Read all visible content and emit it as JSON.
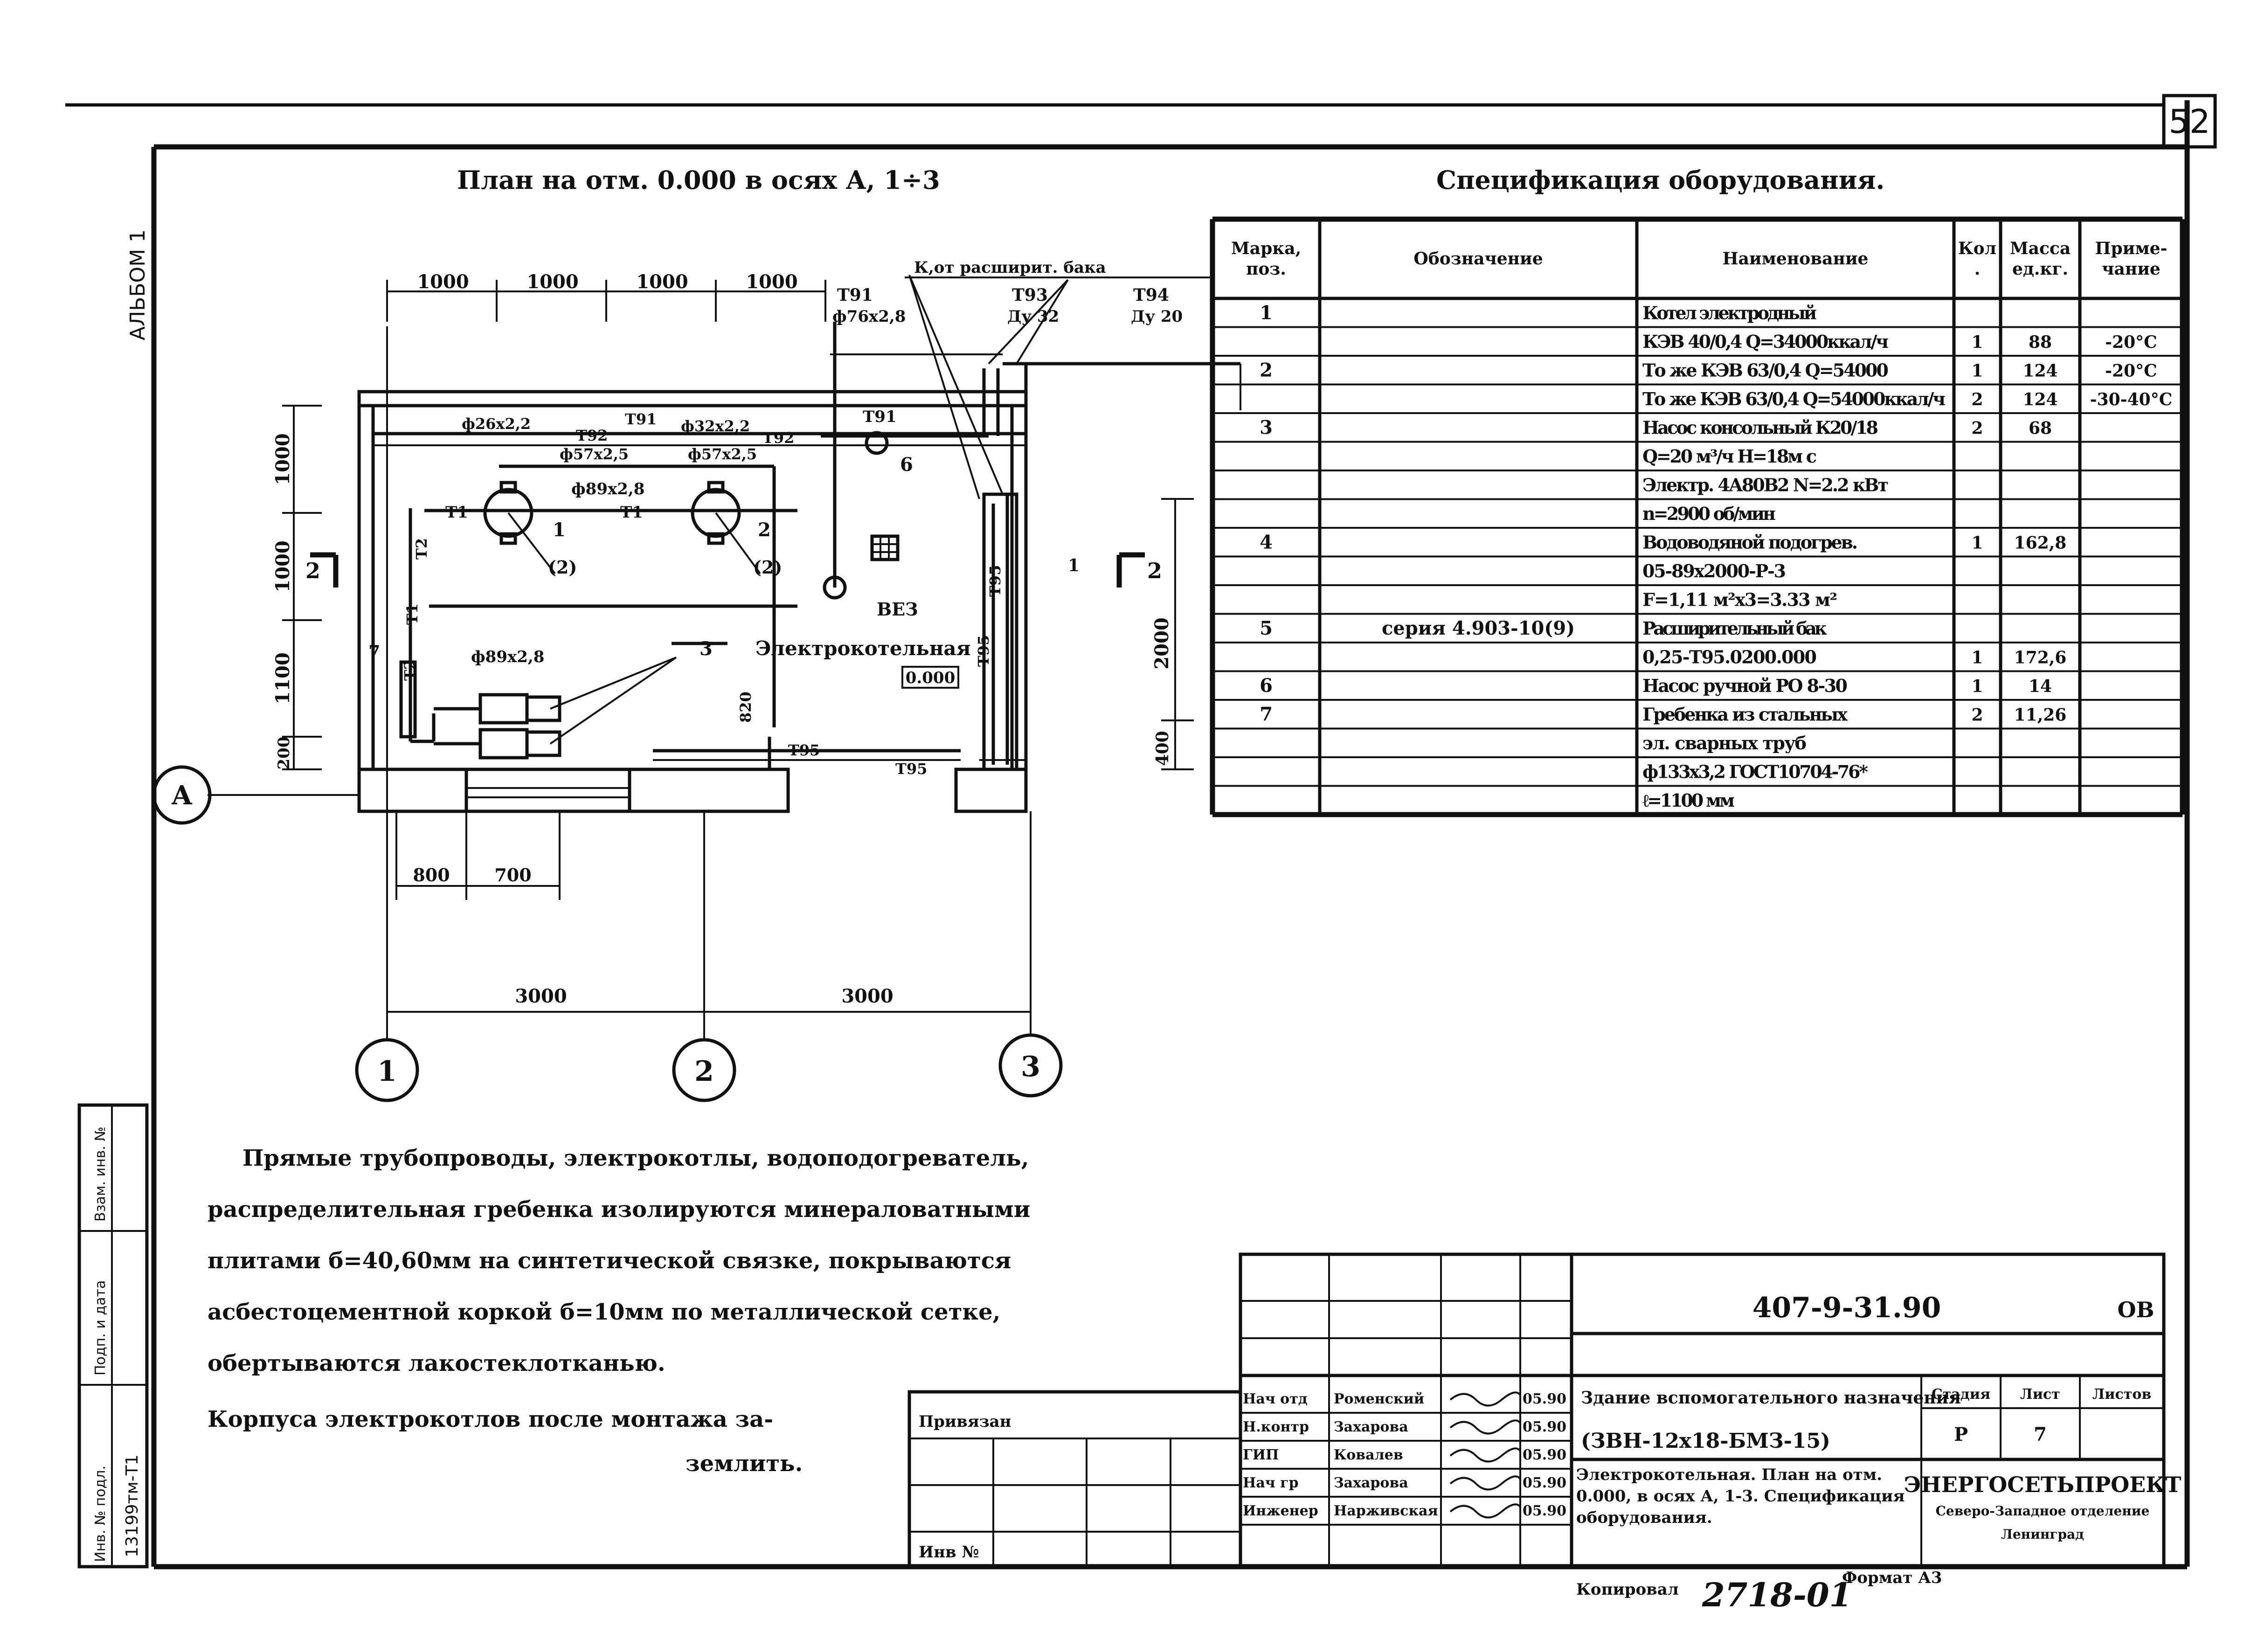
{
  "sheet": {
    "sheet_number": "52",
    "album_label": "АЛЬБОМ 1",
    "drawing_code": "407-9-31.90",
    "drawing_suffix": "ОВ",
    "format": "Формат А3",
    "copied_label": "Копировал",
    "copy_number": "2718-01"
  },
  "plan": {
    "title": "План на отм. 0.000 в осях А, 1÷3",
    "expansion_tank_note": "К,от расширит. бака",
    "room_name": "Электрокотельная",
    "room_level": "0.000",
    "axis_a": "А",
    "axis_1": "1",
    "axis_2": "2",
    "axis_3": "3",
    "dims_top": [
      "1000",
      "1000",
      "1000",
      "1000"
    ],
    "dims_left": [
      "1000",
      "1000",
      "1100",
      "200"
    ],
    "dim_right_2000": "2000",
    "dim_right_400": "400",
    "dim_820": "820",
    "dims_bottom_small": [
      "800",
      "700"
    ],
    "dims_axes": [
      "3000",
      "3000"
    ],
    "pipes": {
      "t91_a": "Т91",
      "t91_size": "ф76x2,8",
      "t93": "Т93",
      "t93_size": "Ду 32",
      "t94": "Т94",
      "t94_size": "Ду 20",
      "t91_b": "Т91",
      "t91_c": "Т91",
      "d26": "ф26х2,2",
      "t92_a": "Т92",
      "d57_a": "ф57x2,5",
      "d32": "ф32x2,2",
      "t92_b": "Т92",
      "d57_b": "ф57x2,5",
      "d89_a": "ф89x2,8",
      "t1_a": "Т1",
      "t1_b": "Т1",
      "t1_c": "Т1",
      "t2_a": "Т2",
      "t2_b": "Т2",
      "d89_b": "ф89x2,8",
      "t95_a": "Т95",
      "t95_b": "Т95",
      "t95_c": "Т95",
      "t95_d": "Т95"
    },
    "markers": {
      "m1": "1",
      "m1p": "(2)",
      "m2": "2",
      "m2p": "(2)",
      "m3": "3",
      "m6": "6",
      "m7": "7",
      "m1r": "1",
      "vez": "ВЕЗ",
      "sec2": "2"
    }
  },
  "spec": {
    "title": "Спецификация оборудования.",
    "headers": [
      "Марка, поз.",
      "Обозначение",
      "Наименование",
      "Кол.",
      "Масса ед.кг.",
      "Приме- чание"
    ],
    "rows": [
      [
        "1",
        "",
        "Котел электродный",
        "",
        "",
        ""
      ],
      [
        "",
        "",
        "КЭВ 40/0,4 Q=34000ккал/ч",
        "1",
        "88",
        "-20°С"
      ],
      [
        "2",
        "",
        "То же КЭВ 63/0,4 Q=54000",
        "1",
        "124",
        "-20°С"
      ],
      [
        "",
        "",
        "То же КЭВ 63/0,4 Q=54000ккал/ч",
        "2",
        "124",
        "-30-40°С"
      ],
      [
        "3",
        "",
        "Насос консольный К20/18",
        "2",
        "68",
        ""
      ],
      [
        "",
        "",
        "Q=20 м³/ч Н=18м с",
        "",
        "",
        ""
      ],
      [
        "",
        "",
        "Электр. 4А80В2 N=2.2 кВт",
        "",
        "",
        ""
      ],
      [
        "",
        "",
        "n=2900 об/мин",
        "",
        "",
        ""
      ],
      [
        "4",
        "",
        "Водоводяной подогрев.",
        "1",
        "162,8",
        ""
      ],
      [
        "",
        "",
        "05-89x2000-Р-3",
        "",
        "",
        ""
      ],
      [
        "",
        "",
        "F=1,11 м²x3=3.33 м²",
        "",
        "",
        ""
      ],
      [
        "5",
        "серия 4.903-10(9)",
        "Расширительный бак",
        "",
        "",
        ""
      ],
      [
        "",
        "",
        "0,25-Т95.0200.000",
        "1",
        "172,6",
        ""
      ],
      [
        "6",
        "",
        "Насос ручной РО 8-30",
        "1",
        "14",
        ""
      ],
      [
        "7",
        "",
        "Гребенка из стальных",
        "2",
        "11,26",
        ""
      ],
      [
        "",
        "",
        "эл. сварных труб",
        "",
        "",
        ""
      ],
      [
        "",
        "",
        "ф133x3,2 ГОСТ10704-76*",
        "",
        "",
        ""
      ],
      [
        "",
        "",
        "ℓ=1100 мм",
        "",
        "",
        ""
      ]
    ]
  },
  "notes": {
    "line1": "Прямые трубопроводы, электрокотлы, водоподогреватель,",
    "line2": "распределительная гребенка изолируются минераловатными",
    "line3": "плитами б=40,60мм на синтетической связке, покрываются",
    "line4": "асбестоцементной коркой б=10мм по металлической сетке,",
    "line5": "обертываются лакостеклотканью.",
    "line6": "Корпуса электрокотлов после монтажа за-",
    "line7": "землить."
  },
  "stamp": {
    "privyazan": "Привязан",
    "inv_label": "Инв №",
    "roles": [
      "Нач отд",
      "Н.контр",
      "ГИП",
      "Нач гр",
      "Инженер"
    ],
    "names": [
      "Роменский",
      "Захарова",
      "Ковалев",
      "Захарова",
      "Нарживская"
    ],
    "dates": [
      "05.90",
      "05.90",
      "05.90",
      "05.90",
      "05.90"
    ],
    "building_title": "Здание вспомогательного назначения",
    "building_code": "(ЗВН-12x18-БМЗ-15)",
    "stadiya_label": "Стадия",
    "list_label": "Лист",
    "listov_label": "Листов",
    "stadiya": "Р",
    "list": "7",
    "sheet_title": "Электрокотельная. План на отм. 0.000, в осях А, 1-3. Спецификация оборудования.",
    "org_name": "ЭНЕРГОСЕТЬПРОЕКТ",
    "org_division": "Северо-Западное отделение",
    "org_city": "Ленинград"
  },
  "side_stamp": {
    "vzam": "Взам. инв. №",
    "podp": "Подп. и дата",
    "inv_podl": "Инв. № подл.",
    "inv_value": "13199тм-Т1"
  }
}
